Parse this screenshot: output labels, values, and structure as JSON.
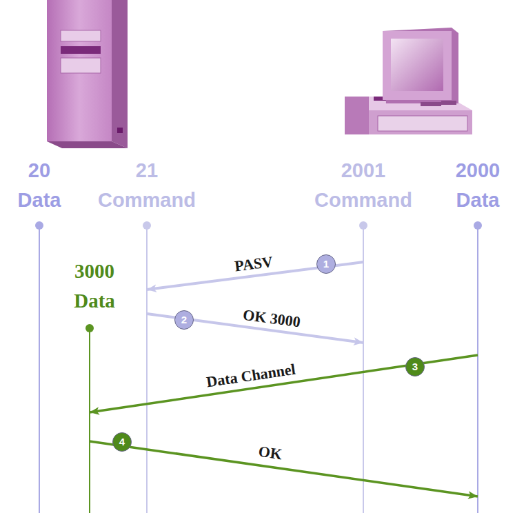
{
  "diagram": {
    "nodes": [
      {
        "text": [
          "20 Data"
        ]
      },
      {
        "text": [
          "21 Command"
        ]
      },
      {
        "text": [
          "2001 Command"
        ]
      },
      {
        "text": [
          "2000 Data"
        ]
      },
      {
        "text": [
          "3000 Data"
        ]
      }
    ],
    "edges": [
      {
        "from": 2,
        "to": 1,
        "label": "PASV",
        "arrow": "to"
      },
      {
        "from": 1,
        "to": 2,
        "label": "OK 3000",
        "arrow": "to"
      },
      {
        "from": 3,
        "to": 4,
        "label": "Data Channel",
        "arrow": "to"
      },
      {
        "from": 4,
        "to": 3,
        "label": "OK",
        "arrow": "to"
      }
    ],
    "labels": [
      "1",
      "2",
      "3",
      "4"
    ]
  }
}
